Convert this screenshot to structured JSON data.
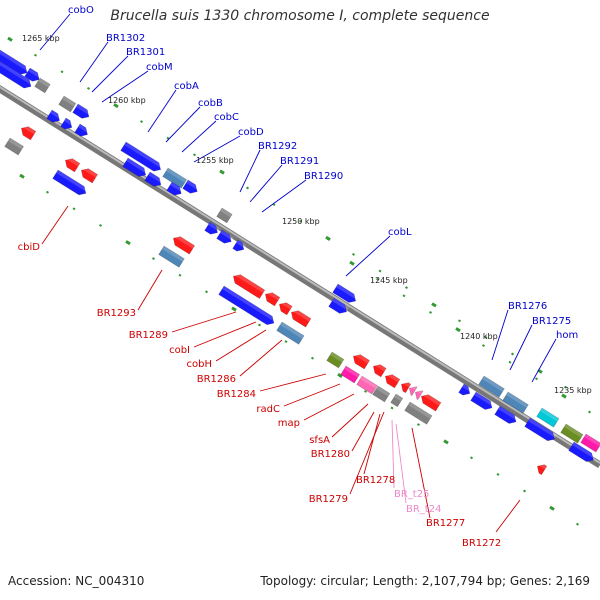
{
  "title": "Brucella suis 1330 chromosome I, complete sequence",
  "footer": {
    "accession": "Accession: NC_004310",
    "stats": "Topology: circular; Length: 2,107,794 bp; Genes: 2,169"
  },
  "colors": {
    "forward": "#1a1aff",
    "reverse": "#ff1a1a",
    "steel": "#4f86b8",
    "gray": "#808080",
    "olive": "#6b8e23",
    "magenta": "#ff1aaa",
    "cyan": "#00c8d8",
    "pink": "#ff66b3",
    "backbone": "#888888",
    "ticks": "#339933",
    "label_blue": "#0000cc",
    "label_red": "#cc0000",
    "label_pink": "#ee88cc"
  },
  "scale_ticks": [
    "1265 kbp",
    "1260 kbp",
    "1255 kbp",
    "1250 kbp",
    "1245 kbp",
    "1240 kbp",
    "1235 kbp"
  ],
  "labels": [
    {
      "text": "cobO",
      "tone": "blue"
    },
    {
      "text": "BR1302",
      "tone": "blue"
    },
    {
      "text": "BR1301",
      "tone": "blue"
    },
    {
      "text": "cobM",
      "tone": "blue"
    },
    {
      "text": "cobA",
      "tone": "blue"
    },
    {
      "text": "cobB",
      "tone": "blue"
    },
    {
      "text": "cobC",
      "tone": "blue"
    },
    {
      "text": "cobD",
      "tone": "blue"
    },
    {
      "text": "BR1292",
      "tone": "blue"
    },
    {
      "text": "BR1291",
      "tone": "blue"
    },
    {
      "text": "BR1290",
      "tone": "blue"
    },
    {
      "text": "cobL",
      "tone": "blue"
    },
    {
      "text": "BR1276",
      "tone": "blue"
    },
    {
      "text": "BR1275",
      "tone": "blue"
    },
    {
      "text": "hom",
      "tone": "blue"
    },
    {
      "text": "cbiD",
      "tone": "red"
    },
    {
      "text": "BR1293",
      "tone": "red"
    },
    {
      "text": "BR1289",
      "tone": "red"
    },
    {
      "text": "cobI",
      "tone": "red"
    },
    {
      "text": "cobH",
      "tone": "red"
    },
    {
      "text": "BR1286",
      "tone": "red"
    },
    {
      "text": "BR1284",
      "tone": "red"
    },
    {
      "text": "radC",
      "tone": "red"
    },
    {
      "text": "map",
      "tone": "red"
    },
    {
      "text": "sfsA",
      "tone": "red"
    },
    {
      "text": "BR1280",
      "tone": "red"
    },
    {
      "text": "BR1278",
      "tone": "red"
    },
    {
      "text": "BR1279",
      "tone": "red"
    },
    {
      "text": "BR_t25",
      "tone": "pink"
    },
    {
      "text": "BR_t24",
      "tone": "pink"
    },
    {
      "text": "BR1277",
      "tone": "red"
    },
    {
      "text": "BR1272",
      "tone": "red"
    }
  ]
}
